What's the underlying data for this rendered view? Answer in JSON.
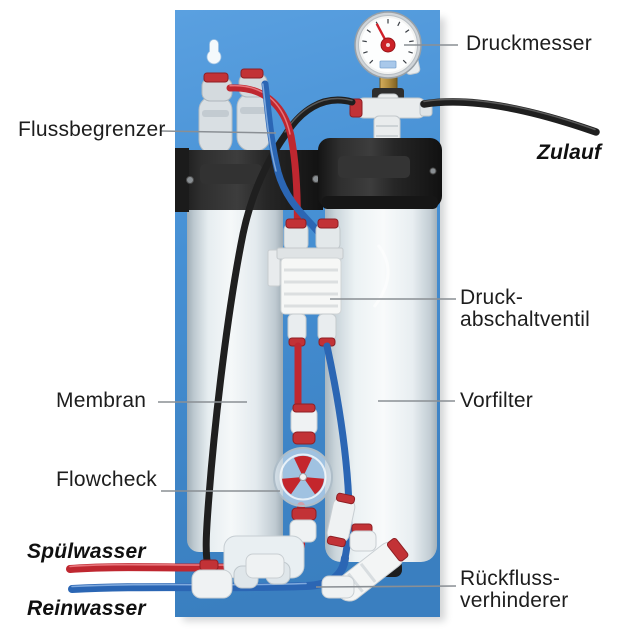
{
  "diagram": {
    "callouts": {
      "druckmesser": "Druckmesser",
      "flussbegrenzer": "Flussbegrenzer",
      "membran": "Membran",
      "vorfilter": "Vorfilter",
      "flowcheck": "Flowcheck",
      "druckabschaltventil": {
        "line1": "Druck-",
        "line2": "abschaltventil"
      },
      "rueckflussverhinderer": {
        "line1": "Rückfluss-",
        "line2": "verhinderer"
      }
    },
    "water_lines": {
      "zulauf": "Zulauf",
      "spuelwasser": "Spülwasser",
      "reinwasser": "Reinwasser"
    },
    "colors": {
      "panel_blue": "#4690d4",
      "inlet_tube_black": "#1f1f1f",
      "rinse_tube_red": "#bf2730",
      "pure_tube_blue": "#2b66b4",
      "label_text": "#1d1d1d",
      "leader_line": "#8a8f94"
    }
  }
}
